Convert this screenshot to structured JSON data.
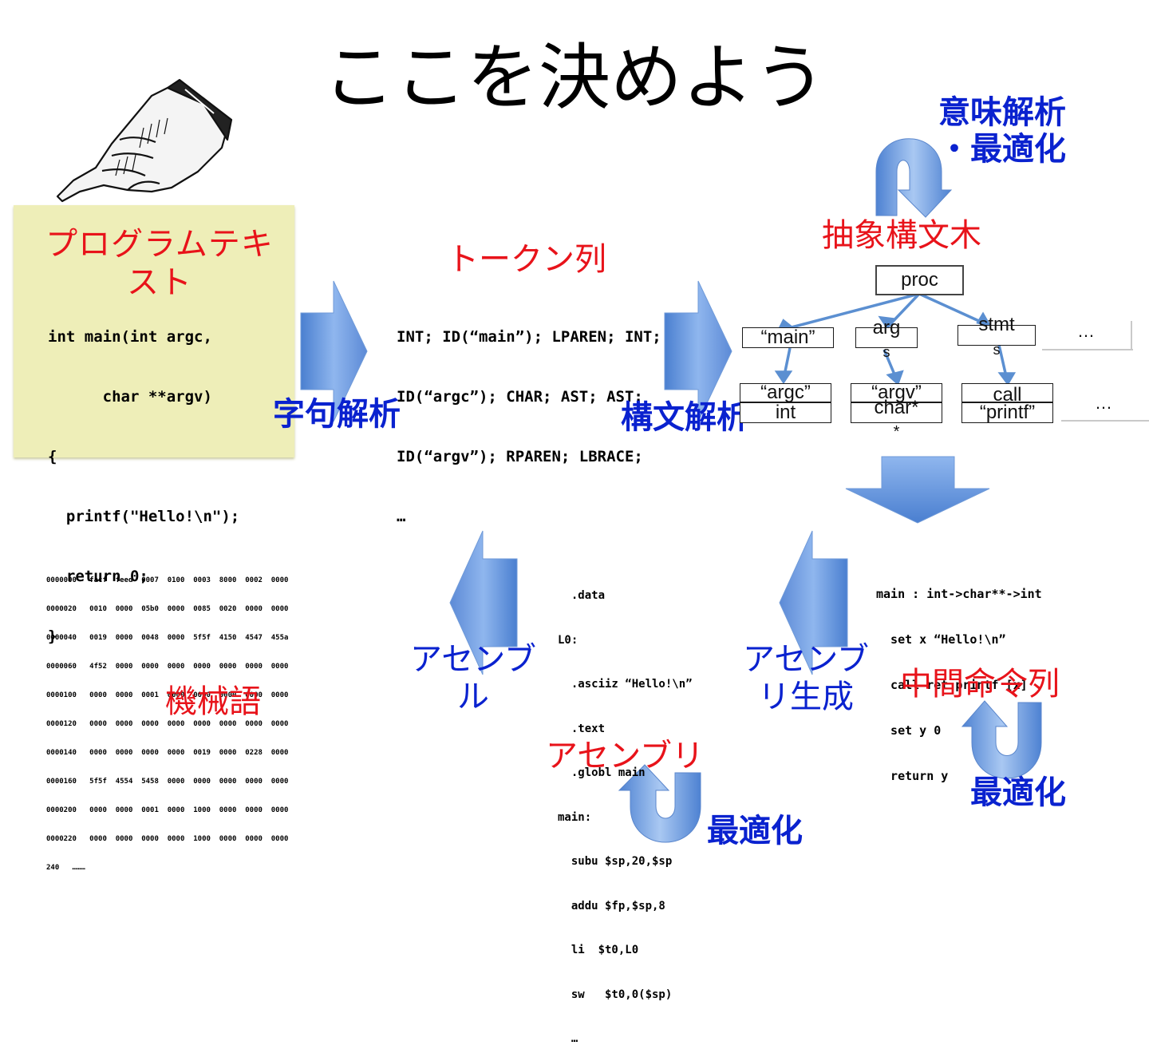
{
  "slide": {
    "title": "ここを決めよう"
  },
  "stages": {
    "program_text": {
      "label": "プログラムテキスト"
    },
    "tokens": {
      "label": "トークン列"
    },
    "ast": {
      "label": "抽象構文木"
    },
    "ir": {
      "label": "中間命令列"
    },
    "assembly": {
      "label": "アセンブリ"
    },
    "machine": {
      "label": "機械語"
    }
  },
  "phases": {
    "lexing": "字句解析",
    "parsing": "構文解析",
    "semantic_line1": "意味解析",
    "semantic_line2": "・最適化",
    "asm_gen_line1": "アセンブ",
    "asm_gen_line2": "リ生成",
    "assemble_line1": "アセンブ",
    "assemble_line2": "ル",
    "optimize_ir": "最適化",
    "optimize_asm": "最適化"
  },
  "code": {
    "program_lines": [
      "int main(int argc,",
      "      char **argv)",
      "{",
      "  printf(\"Hello!\\n\");",
      "  return 0;",
      "}"
    ],
    "token_lines": [
      "INT; ID(“main”); LPAREN; INT;",
      "ID(“argc”); CHAR; AST; AST;",
      "ID(“argv”); RPAREN; LBRACE;",
      "…"
    ],
    "ir_lines": [
      "main : int->char**->int",
      "  set x “Hello!\\n”",
      "  call ret printf [x]",
      "  set y 0",
      "  return y"
    ],
    "asm_lines": [
      "  .data",
      "L0:",
      "  .asciiz “Hello!\\n”",
      "  .text",
      "  .globl main",
      "main:",
      "  subu $sp,20,$sp",
      "  addu $fp,$sp,8",
      "  li  $t0,L0",
      "  sw   $t0,0($sp)",
      "  …"
    ],
    "machine_lines": [
      "0000000   facf  feed  0007  0100  0003  8000  0002  0000",
      "0000020   0010  0000  05b0  0000  0085  0020  0000  0000",
      "0000040   0019  0000  0048  0000  5f5f  4150  4547  455a",
      "0000060   4f52  0000  0000  0000  0000  0000  0000  0000",
      "0000100   0000  0000  0001  0000  0000  0000  0000  0000",
      "0000120   0000  0000  0000  0000  0000  0000  0000  0000",
      "0000140   0000  0000  0000  0000  0019  0000  0228  0000",
      "0000160   5f5f  4554  5458  0000  0000  0000  0000  0000",
      "0000200   0000  0000  0001  0000  1000  0000  0000  0000",
      "0000220   0000  0000  0000  0000  1000  0000  0000  0000",
      "240   ………"
    ]
  },
  "ast_nodes": {
    "proc": "proc",
    "main": "“main”",
    "args_a": "arg",
    "args_b": "s",
    "stmts_a": "stmt",
    "stmts_b": "s",
    "ellipsis_top": "…",
    "argc": "“argc”",
    "argc_type": "int",
    "argv": "“argv”",
    "argv_type_a": "char*",
    "argv_type_b": "*",
    "call": "call",
    "printf": "“printf”",
    "ellipsis_bottom": "…"
  },
  "colors": {
    "stage_label": "#e8131a",
    "phase_label": "#0a22cf",
    "arrow_fill": "#6f9fe0",
    "arrow_edge": "#3f6fc0",
    "program_box": "#eeeeb8"
  },
  "icons": {
    "pointing_hand": "pointing-hand-icon"
  }
}
